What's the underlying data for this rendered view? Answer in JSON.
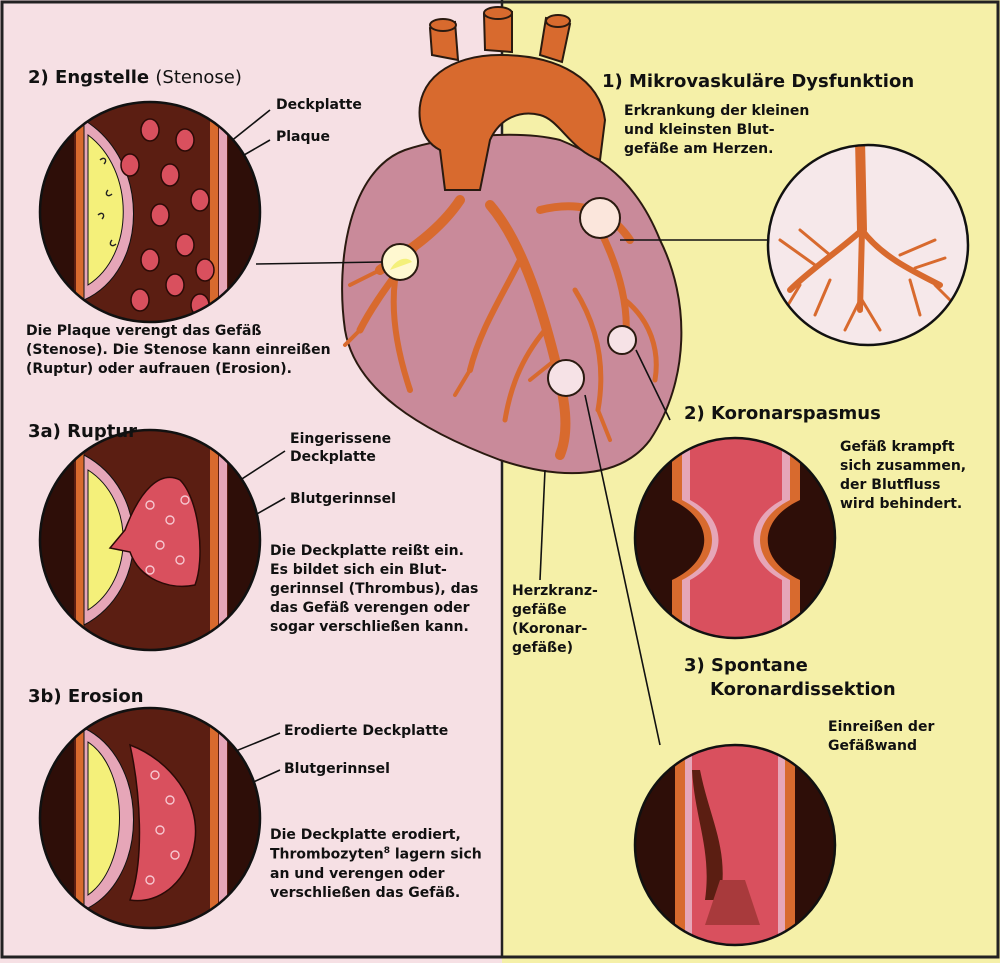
{
  "colors": {
    "left_panel": "#f6e0e4",
    "right_panel": "#f5f0a8",
    "heart": "#c98a9a",
    "artery": "#d86a2e",
    "wall": "#5b1e12",
    "plaque": "#f4f07a",
    "blood": "#d9505e"
  },
  "stenosis": {
    "number": "2)",
    "title": "Engstelle",
    "subtitle": "(Stenose)",
    "label_cap": "Deckplatte",
    "label_plaque": "Plaque",
    "text": [
      "Die Plaque verengt das Gefäß",
      "(Stenose). Die Stenose kann einreißen",
      "(Ruptur) oder aufrauen (Erosion)."
    ]
  },
  "rupture": {
    "title": "3a) Ruptur",
    "label_cap": [
      "Eingerissene",
      "Deckplatte"
    ],
    "label_clot": "Blutgerinnsel",
    "text": [
      "Die Deckplatte reißt ein.",
      "Es bildet sich ein Blut-",
      "gerinnsel (Thrombus), das",
      "das Gefäß verengen oder",
      "sogar verschließen kann."
    ]
  },
  "erosion": {
    "title": "3b) Erosion",
    "label_cap": "Erodierte Deckplatte",
    "label_clot": "Blutgerinnsel",
    "text_1": "Die Deckplatte erodiert,",
    "text_2a": "Thrombozyten",
    "text_2sup": "8",
    "text_2b": " lagern sich",
    "text_3": "an und verengen oder",
    "text_4": "verschließen das Gefäß."
  },
  "coronary": {
    "label": [
      "Herzkranz-",
      "gefäße",
      "(Koronar-",
      "gefäße)"
    ]
  },
  "microvascular": {
    "title": "1) Mikrovaskuläre Dysfunktion",
    "text": [
      "Erkrankung der kleinen",
      "und kleinsten Blut-",
      "gefäße am Herzen."
    ]
  },
  "spasm": {
    "title": "2) Koronarspasmus",
    "text": [
      "Gefäß krampft",
      "sich zusammen,",
      "der Blutfluss",
      "wird behindert."
    ]
  },
  "dissection": {
    "title": [
      "3) Spontane",
      "Koronardissektion"
    ],
    "text": [
      "Einreißen der",
      "Gefäßwand"
    ]
  }
}
